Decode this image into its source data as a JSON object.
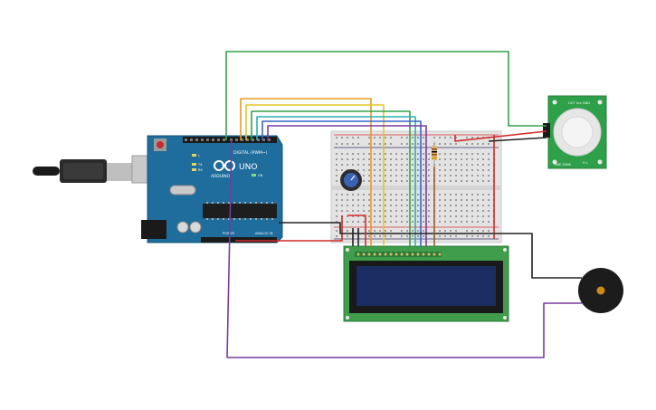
{
  "arduino": {
    "model": "UNO",
    "brand": "ARDUINO",
    "digital_label": "DIGITAL (PWM~)",
    "analog_label": "ANALOG IN",
    "power_label": "POWER",
    "led_labels": [
      "L",
      "TX",
      "RX"
    ],
    "on_label": "ON"
  },
  "pir": {
    "top_label": "OUT Vcc GND",
    "bottom_label": "H  L",
    "side_label": "TIME SENS"
  },
  "colors": {
    "arduino_board": "#1f6d9c",
    "breadboard": "#e3e3e3",
    "lcd_pcb": "#3f9d4c",
    "lcd_screen": "#1b2d63",
    "pir_pcb": "#2fa04a",
    "buzzer": "#1c1c1c",
    "wire_green": "#35a24a",
    "wire_orange": "#e89a26",
    "wire_yellow": "#e2c52a",
    "wire_teal": "#2bb0b0",
    "wire_blue": "#3a63c9",
    "wire_purple": "#7a3aa0",
    "wire_red": "#d42a2a",
    "wire_black": "#222222",
    "wire_brown": "#9a5a2a"
  }
}
